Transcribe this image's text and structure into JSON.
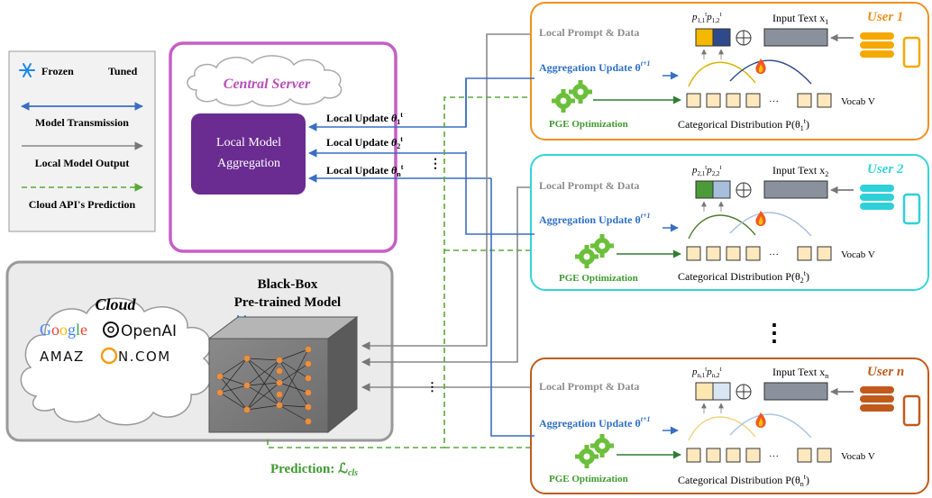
{
  "legend": {
    "frozen": "Frozen",
    "tuned": "Tuned",
    "model_transmission": "Model Transmission",
    "local_model_output": "Local Model Output",
    "cloud_prediction": "Cloud API's Prediction"
  },
  "server": {
    "cloud_label": "Central Server",
    "aggregation_line1": "Local Model",
    "aggregation_line2": "Aggregation",
    "update_prefix": "Local Update ",
    "update_1": "θ",
    "dots": "⋮"
  },
  "blackbox": {
    "title_line1": "Black-Box",
    "title_line2": "Pre-trained Model",
    "cloud_label": "Cloud",
    "google": "Google",
    "openai": "OpenAI",
    "amazon_left": "AMAZ",
    "amazon_right": "N.COM",
    "prediction_label": "Prediction: ℒ",
    "prediction_sub": "cls",
    "mid_dots": "⋮"
  },
  "users": [
    {
      "name": "User 1",
      "color": "#F0901E",
      "input_text": "Input Text x",
      "sub": "1",
      "p_sub_a": "1,1",
      "p_sub_b": "1,2",
      "theta_sub": "1",
      "p1_color": "#F5B800",
      "p2_color": "#2E4A8A"
    },
    {
      "name": "User 2",
      "color": "#33D4D8",
      "input_text": "Input Text x",
      "sub": "2",
      "p_sub_a": "2,1",
      "p_sub_b": "2,2",
      "theta_sub": "2",
      "p1_color": "#4C9A3A",
      "p2_color": "#A8BEDD"
    },
    {
      "name": "User n",
      "color": "#C05A1C",
      "input_text": "Input Text x",
      "sub": "n",
      "p_sub_a": "n,1",
      "p_sub_b": "n,2",
      "theta_sub": "n",
      "p1_color": "#FCE7B0",
      "p2_color": "#D8E6F4"
    }
  ],
  "user_common": {
    "local_prompt": "Local Prompt & Data",
    "aggregation_update": "Aggregation Update θ",
    "aggregation_sup": "t+1",
    "pge": "PGE Optimization",
    "vocab": "Vocab V",
    "categorical": "Categorical Distribution P(θ",
    "ellipsis": "···",
    "vertical_dots": "⋮"
  },
  "colors": {
    "server_border": "#C55FC6",
    "aggregation_fill": "#6A2C91",
    "transmission": "#3A6EC2",
    "local_output": "#888888",
    "prediction": "#5AA83A",
    "pge_green": "#6BBF3A"
  }
}
